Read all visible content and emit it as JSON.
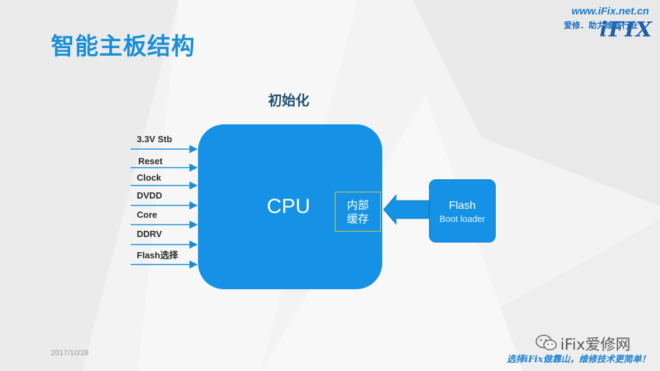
{
  "slide": {
    "title": "智能主板结构",
    "diagram_heading": "初始化"
  },
  "logo": {
    "url": "www.iFix.net.cn",
    "slogan": "爱修．助力维修行业",
    "mark": "iFIX"
  },
  "signals": [
    {
      "label": "3.3V Stb"
    },
    {
      "label": "Reset"
    },
    {
      "label": "Clock"
    },
    {
      "label": "DVDD"
    },
    {
      "label": "Core"
    },
    {
      "label": "DDRV"
    },
    {
      "label": "Flash选择"
    }
  ],
  "cpu": {
    "label": "CPU",
    "cache_line1": "内部",
    "cache_line2": "缓存"
  },
  "flash": {
    "title": "Flash",
    "subtitle": "Boot loader"
  },
  "footer": {
    "date": "2017/10/28",
    "wechat": "iFix爱修网",
    "slogan": "选择iFix做靠山，维修技术更简单！"
  },
  "colors": {
    "block_blue": "#1592e6",
    "title_blue": "#1a8fd6",
    "cache_border": "#d6c84a",
    "arrow_blue": "#1a8fd6"
  },
  "icons": [
    "wechat-icon",
    "flash-to-cache-arrow"
  ]
}
